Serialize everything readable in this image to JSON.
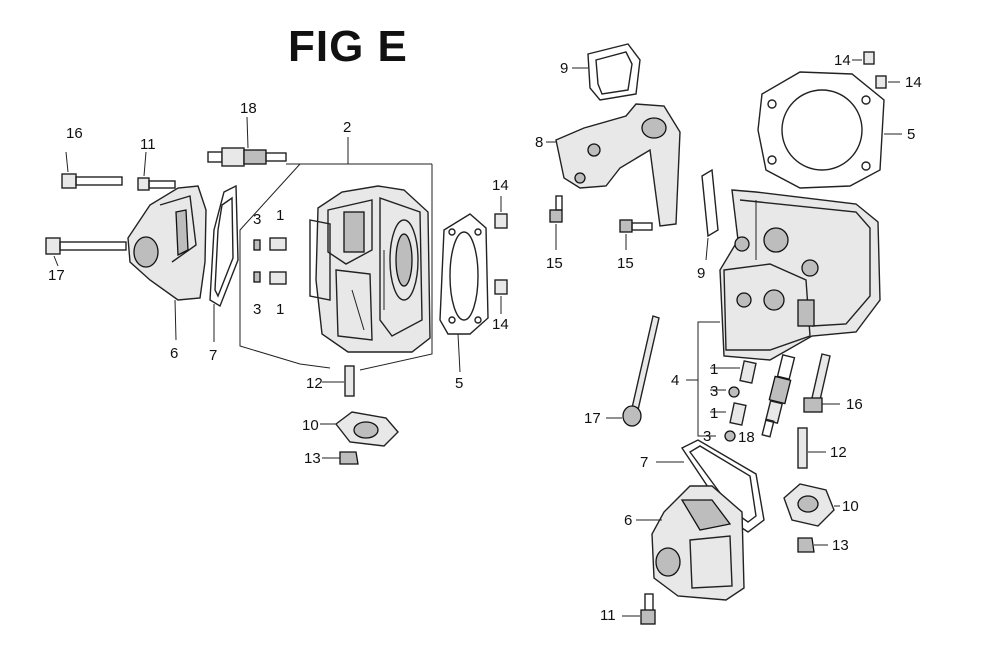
{
  "figure": {
    "title": "FIG E",
    "callouts": {
      "L16": "16",
      "L11a": "11",
      "L18a": "18",
      "L2": "2",
      "L3a": "3",
      "L1a": "1",
      "L3b": "3",
      "L1b": "1",
      "L17a": "17",
      "L6a": "6",
      "L7a": "7",
      "L14a": "14",
      "L14b": "14",
      "L5a": "5",
      "L12a": "12",
      "L10a": "10",
      "L13a": "13",
      "L9a": "9",
      "L8": "8",
      "L14c": "14",
      "L14d": "14",
      "L5b": "5",
      "L15a": "15",
      "L15b": "15",
      "L9b": "9",
      "L4": "4",
      "L1c": "1",
      "L3c": "3",
      "L1d": "1",
      "L3d": "3",
      "L17b": "17",
      "L18b": "18",
      "L16b": "16",
      "L7b": "7",
      "L12b": "12",
      "L6b": "6",
      "L10b": "10",
      "L13b": "13",
      "L11b": "11"
    }
  }
}
